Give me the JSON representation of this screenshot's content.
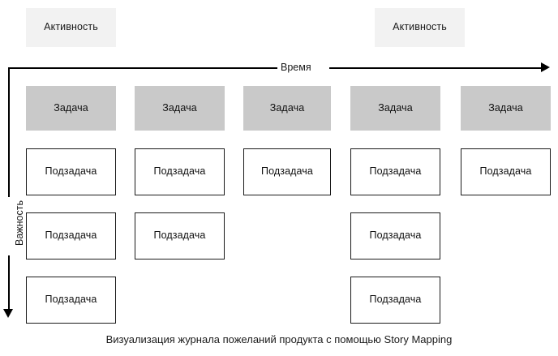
{
  "diagram": {
    "caption": "Визуализация журнала пожеланий продукта с помощью Story Mapping",
    "axes": {
      "horizontal": {
        "label": "Время",
        "arrow_icon": "arrow-right-icon",
        "direction": "right"
      },
      "vertical": {
        "label": "Важность",
        "arrow_icon": "arrow-down-icon",
        "direction": "down"
      }
    },
    "colors": {
      "activity_fill": "#f2f2f2",
      "task_fill": "#c9c9c9",
      "subtask_fill": "#ffffff",
      "stroke": "#1a1a1a",
      "axis": "#000000",
      "text": "#1a1a1a",
      "background": "#ffffff"
    },
    "activities": [
      {
        "label": "Активность"
      },
      {
        "label": "Активность"
      }
    ],
    "tasks": [
      {
        "label": "Задача"
      },
      {
        "label": "Задача"
      },
      {
        "label": "Задача"
      },
      {
        "label": "Задача"
      },
      {
        "label": "Задача"
      }
    ],
    "subtask_rows": [
      {
        "row": 1,
        "cells": [
          {
            "label": "Подзадача",
            "present": true
          },
          {
            "label": "Подзадача",
            "present": true
          },
          {
            "label": "Подзадача",
            "present": true
          },
          {
            "label": "Подзадача",
            "present": true
          },
          {
            "label": "Подзадача",
            "present": true
          }
        ]
      },
      {
        "row": 2,
        "cells": [
          {
            "label": "Подзадача",
            "present": true
          },
          {
            "label": "Подзадача",
            "present": true
          },
          {
            "label": "",
            "present": false
          },
          {
            "label": "Подзадача",
            "present": true
          },
          {
            "label": "",
            "present": false
          }
        ]
      },
      {
        "row": 3,
        "cells": [
          {
            "label": "Подзадача",
            "present": true
          },
          {
            "label": "",
            "present": false
          },
          {
            "label": "",
            "present": false
          },
          {
            "label": "Подзадача",
            "present": true
          },
          {
            "label": "",
            "present": false
          }
        ]
      }
    ]
  }
}
